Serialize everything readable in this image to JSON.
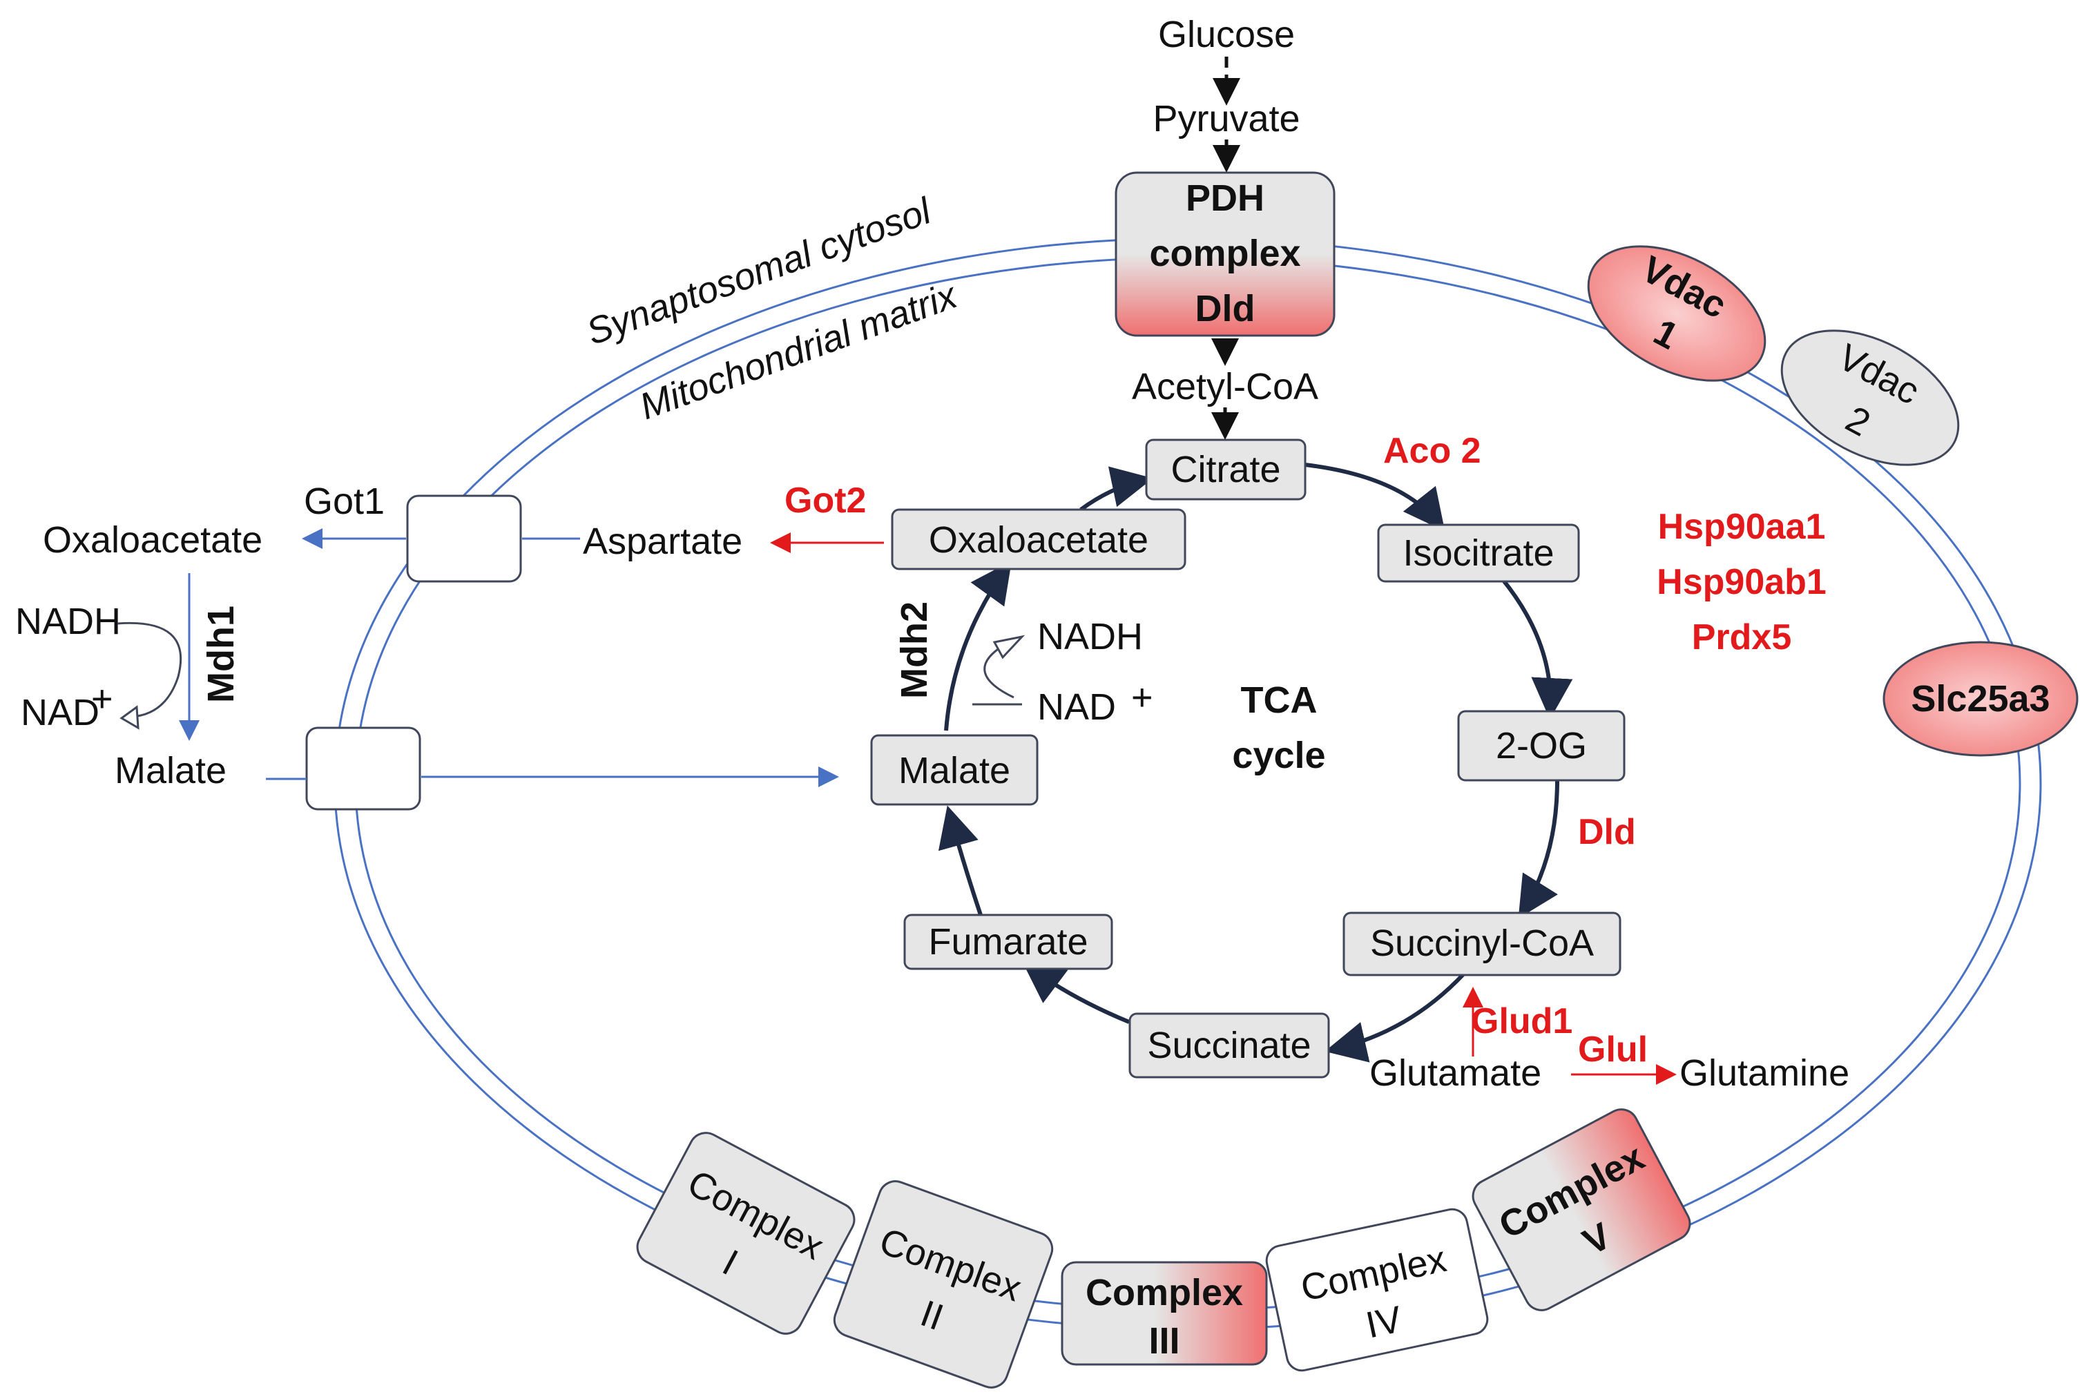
{
  "top": {
    "glucose": "Glucose",
    "pyruvate": "Pyruvate",
    "acetyl_coa": "Acetyl-CoA"
  },
  "pdh": {
    "line1": "PDH",
    "line2": "complex",
    "line3": "Dld"
  },
  "compartments": {
    "cytosol": "Synaptosomal cytosol",
    "matrix": "Mitochondrial matrix"
  },
  "tca": {
    "title_line1": "TCA",
    "title_line2": "cycle",
    "citrate": "Citrate",
    "isocitrate": "Isocitrate",
    "og": "2-OG",
    "succinyl_coa": "Succinyl-CoA",
    "succinate": "Succinate",
    "fumarate": "Fumarate",
    "malate": "Malate",
    "oxaloacetate": "Oxaloacetate"
  },
  "enzymes": {
    "aco2": "Aco 2",
    "dld": "Dld",
    "got2": "Got2",
    "glud1": "Glud1",
    "glul": "Glul",
    "hsp90aa1": "Hsp90aa1",
    "hsp90ab1": "Hsp90ab1",
    "prdx5": "Prdx5",
    "mdh2": "Mdh2",
    "mdh1": "Mdh1",
    "got1": "Got1"
  },
  "matrix_cofactors": {
    "nadh": "NADH",
    "nad": "NAD",
    "nad_sup": "+"
  },
  "cytosol_side": {
    "oxaloacetate": "Oxaloacetate",
    "aspartate": "Aspartate",
    "malate": "Malate",
    "nadh": "NADH",
    "nad": "NAD",
    "nad_sup": "+"
  },
  "glutamate": "Glutamate",
  "glutamine": "Glutamine",
  "transporters": {
    "vdac1_line1": "Vdac",
    "vdac1_line2": "1",
    "vdac2_line1": "Vdac",
    "vdac2_line2": "2",
    "slc25a3": "Slc25a3"
  },
  "complexes": [
    {
      "line1": "Complex",
      "line2": "I"
    },
    {
      "line1": "Complex",
      "line2": "II"
    },
    {
      "line1": "Complex",
      "line2": "III"
    },
    {
      "line1": "Complex",
      "line2": "IV"
    },
    {
      "line1": "Complex",
      "line2": "V"
    }
  ],
  "colors": {
    "highlight": "#f28080",
    "enzyme_red": "#e31a1c",
    "membrane_blue": "#4a72c4",
    "node_fill": "#e6e6e6"
  }
}
